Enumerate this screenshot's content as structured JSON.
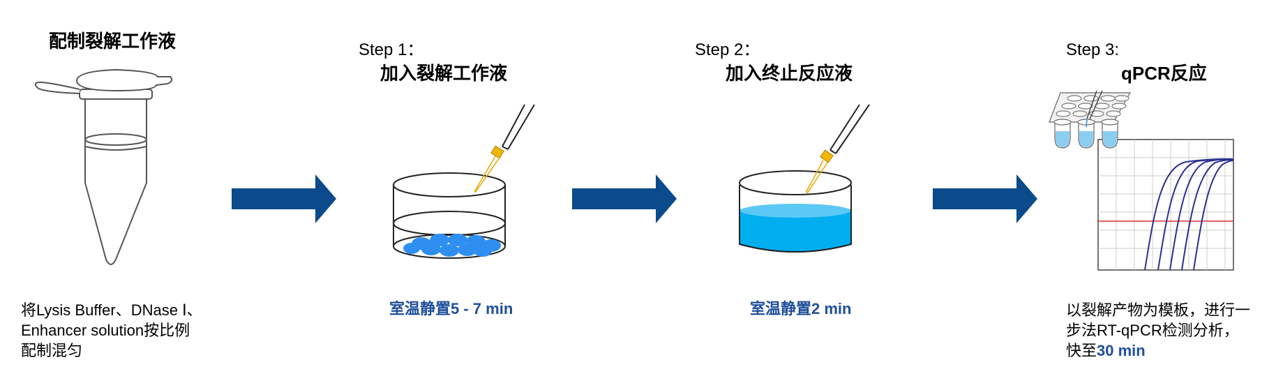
{
  "prep": {
    "title": "配制裂解工作液",
    "desc_line1": "将Lysis Buffer、DNase Ⅰ、",
    "desc_line2": "Enhancer solution按比例",
    "desc_line3": "配制混匀"
  },
  "step1": {
    "label": "Step 1：",
    "name": "加入裂解工作液",
    "caption_prefix": "室温静置",
    "caption_value": "5 - 7 min"
  },
  "step2": {
    "label": "Step 2：",
    "name": "加入终止反应液",
    "caption_prefix": "室温静置",
    "caption_value": "2 min"
  },
  "step3": {
    "label": "Step 3:",
    "name": "qPCR反应",
    "desc_line1": "以裂解产物为模板，进行一",
    "desc_line2": "步法RT-qPCR检测分析，",
    "desc_line3_prefix": "快至",
    "desc_line3_value": "30 min"
  },
  "colors": {
    "arrow": "#0b4a8b",
    "accent_text": "#1f4e9c",
    "cells": "#2f8ff0",
    "liquid": "#00aef0",
    "liquid_top": "#5cc8f5",
    "pipette_tip": "#f2b705",
    "threshold_line": "#e03030",
    "amplification_curve": "#2b2f8f"
  }
}
